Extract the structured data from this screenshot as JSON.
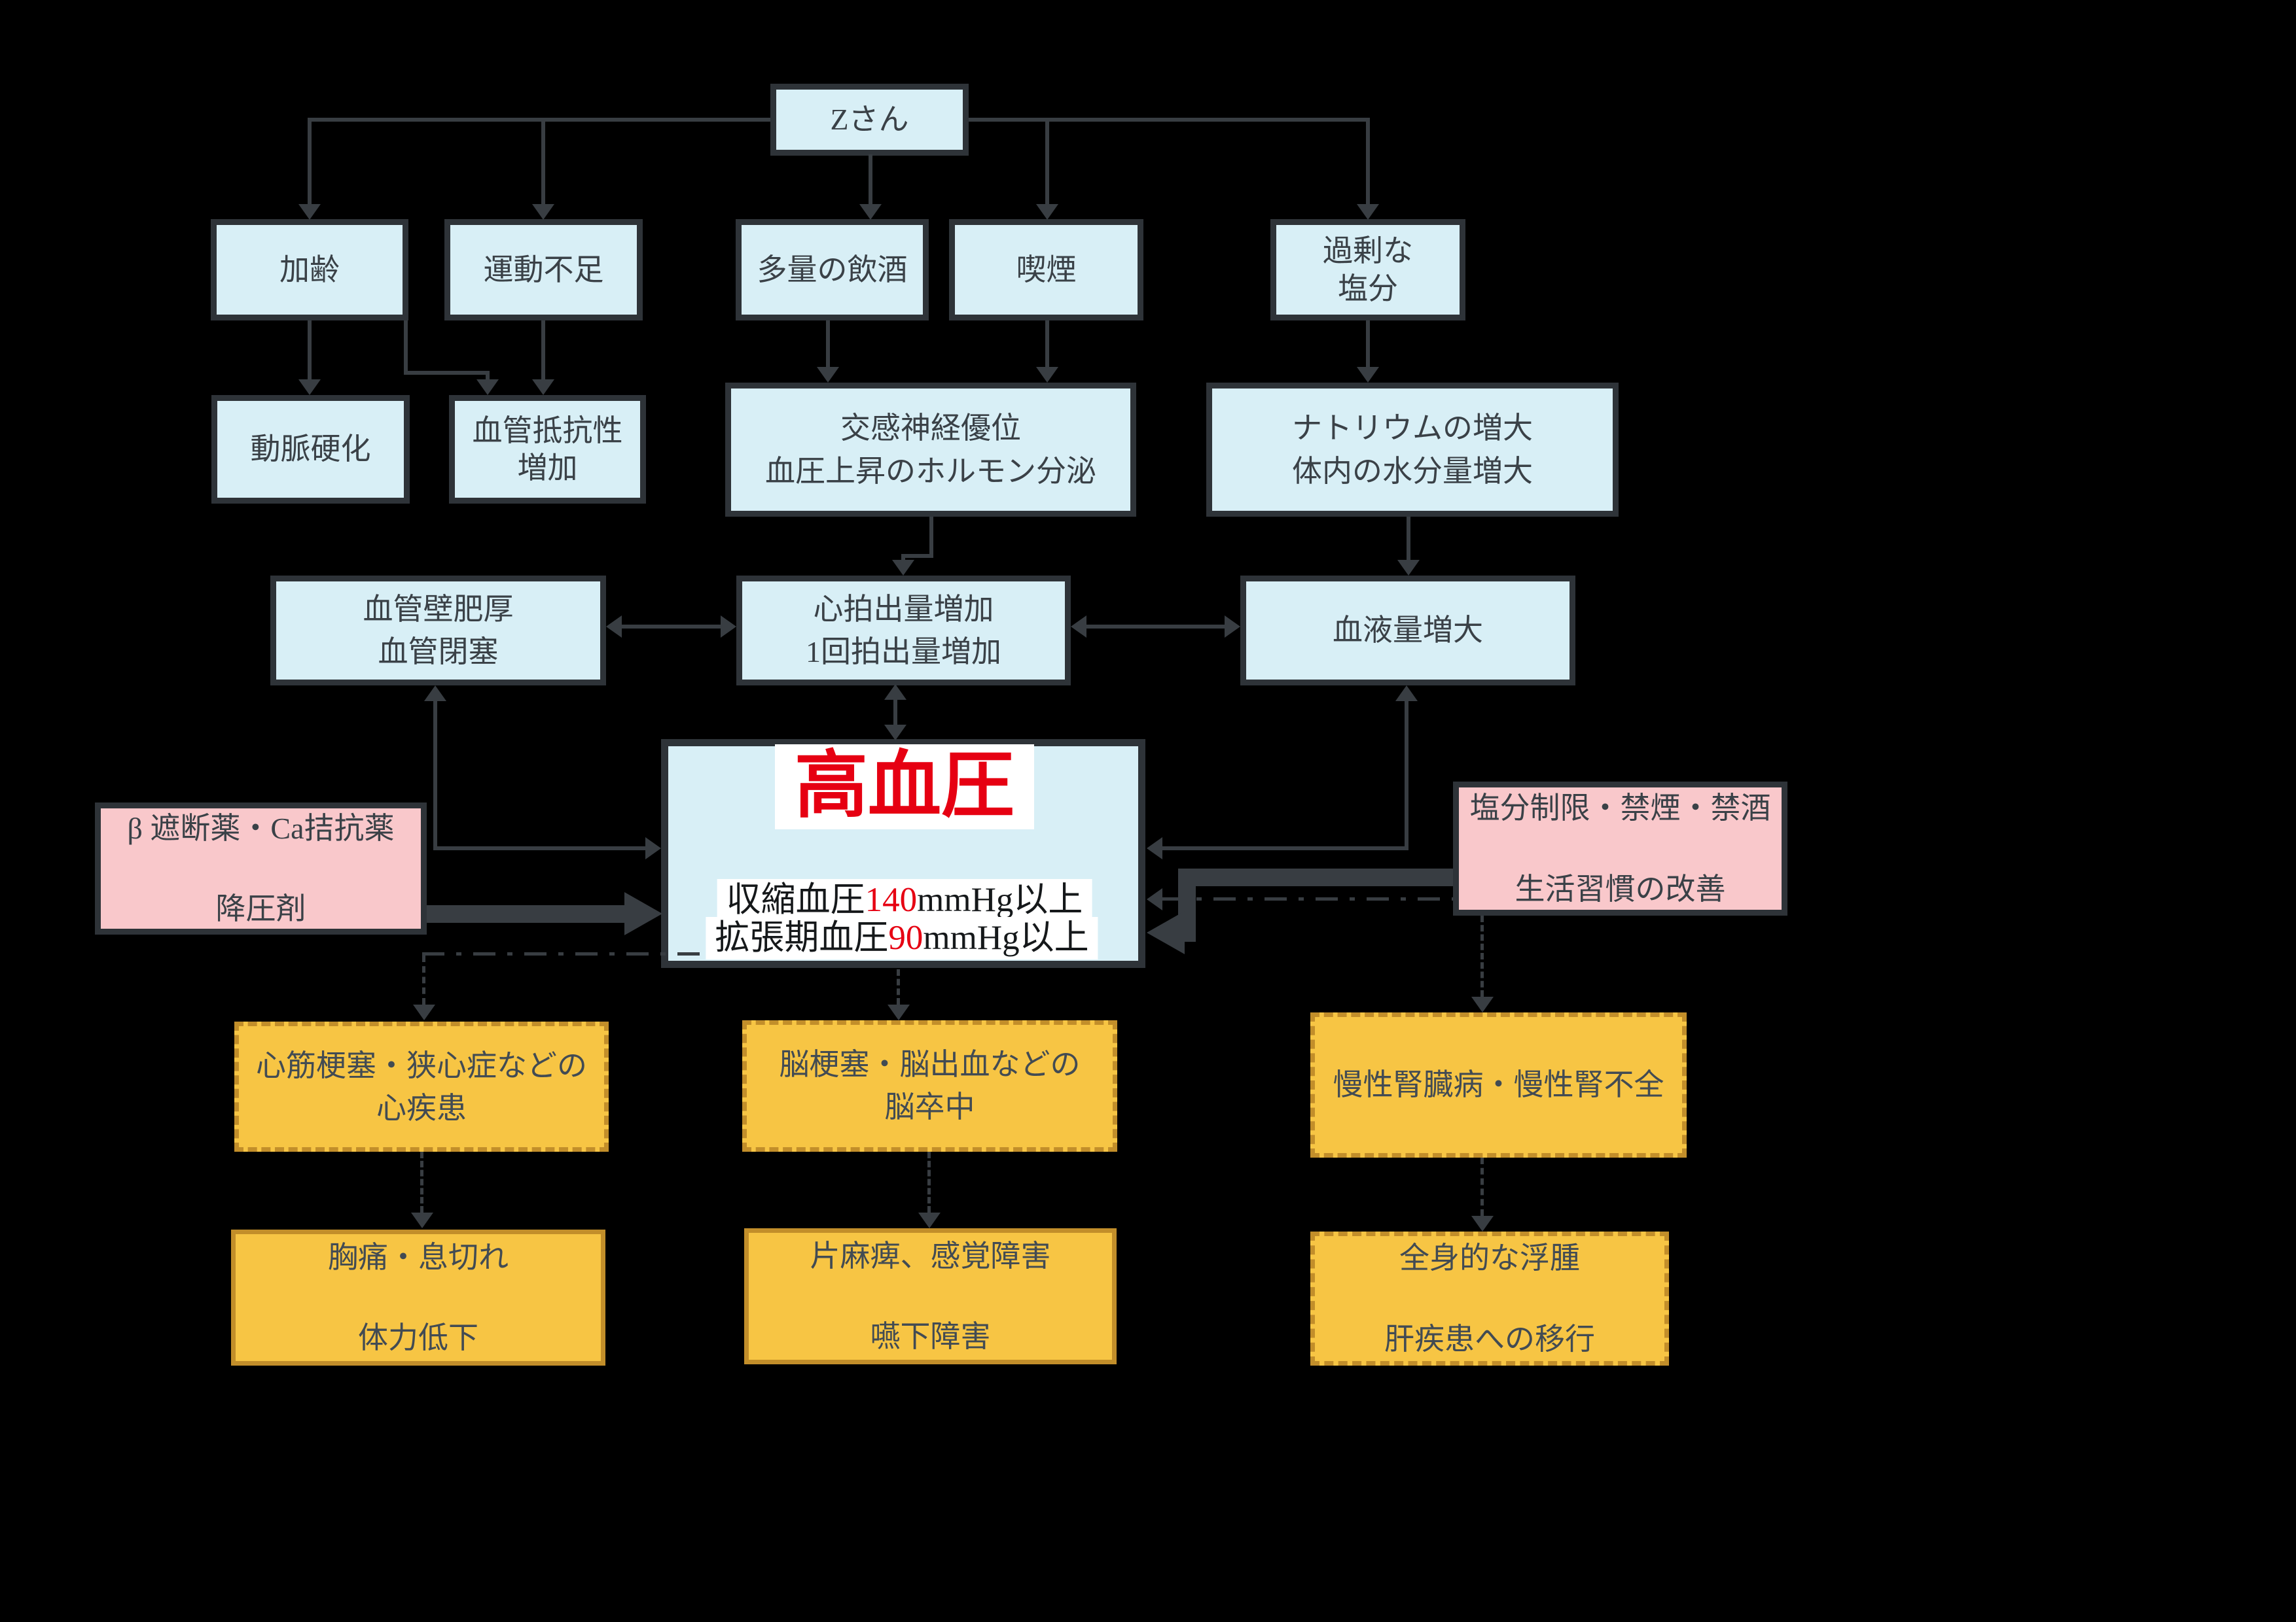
{
  "colors": {
    "background": "#000000",
    "node_blue_fill": "#d8eff6",
    "node_pink_fill": "#f9c8cb",
    "node_orange_fill": "#f7c544",
    "node_border_dark": "#2e3338",
    "node_border_orange": "#c28e2a",
    "connector": "#383d42",
    "accent_red": "#e60012",
    "highlight_bg": "#ffffff"
  },
  "nodes": {
    "person": {
      "label": "Zさん"
    },
    "aging": {
      "label": "加齢"
    },
    "lack_of_exercise": {
      "label": "運動不足"
    },
    "heavy_drinking": {
      "label": "多量の飲酒"
    },
    "smoking": {
      "label": "喫煙"
    },
    "excess_salt": {
      "lines": [
        "過剰な",
        "塩分"
      ]
    },
    "arteriosclerosis": {
      "label": "動脈硬化"
    },
    "vascular_resistance": {
      "lines": [
        "血管抵抗性",
        "増加"
      ]
    },
    "sympathetic": {
      "lines": [
        "交感神経優位",
        "血圧上昇のホルモン分泌"
      ]
    },
    "sodium_increase": {
      "lines": [
        "ナトリウムの増大",
        "体内の水分量増大"
      ]
    },
    "vessel_wall": {
      "lines": [
        "血管壁肥厚",
        "血管閉塞"
      ]
    },
    "cardiac_output": {
      "lines": [
        "心拍出量増加",
        "1回拍出量増加"
      ]
    },
    "blood_volume": {
      "label": "血液量増大"
    },
    "hypertension": {
      "title": "高血圧",
      "bp_systolic": {
        "pre": "収縮血圧",
        "value": "140",
        "post": "mmHg以上"
      },
      "bp_diastolic": {
        "pre": "拡張期血圧",
        "value": "90",
        "post": "mmHg以上"
      }
    },
    "antihypertensives": {
      "lines": [
        "β 遮断薬・Ca拮抗薬",
        "降圧剤"
      ]
    },
    "lifestyle": {
      "lines": [
        "塩分制限・禁煙・禁酒",
        "生活習慣の改善"
      ]
    },
    "heart_disease": {
      "lines": [
        "心筋梗塞・狭心症などの",
        "心疾患"
      ]
    },
    "stroke": {
      "lines": [
        "脳梗塞・脳出血などの",
        "脳卒中"
      ]
    },
    "kidney_disease": {
      "label": "慢性腎臓病・慢性腎不全"
    },
    "chest_pain": {
      "lines": [
        "胸痛・息切れ",
        "体力低下"
      ]
    },
    "hemiplegia": {
      "lines": [
        "片麻痺、感覚障害",
        "嚥下障害"
      ]
    },
    "edema": {
      "lines": [
        "全身的な浮腫",
        "肝疾患への移行"
      ]
    }
  }
}
